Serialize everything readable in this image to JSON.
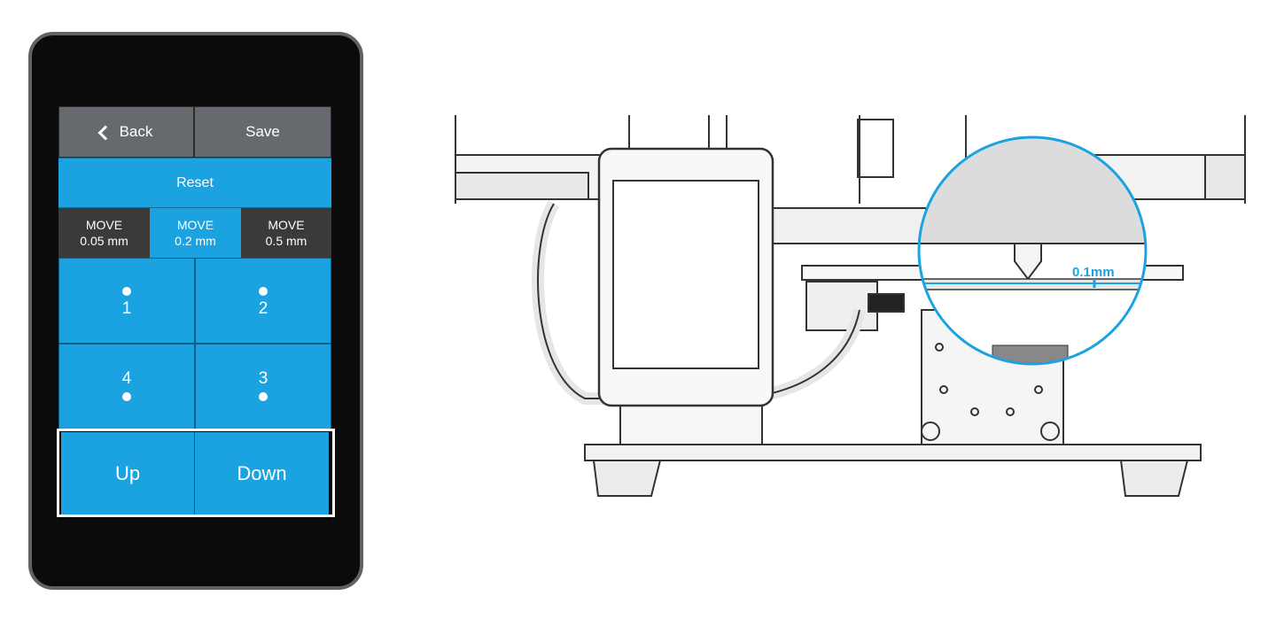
{
  "screen": {
    "back_label": "Back",
    "save_label": "Save",
    "reset_label": "Reset",
    "move_options": [
      {
        "line1": "MOVE",
        "line2": "0.05 mm",
        "selected": false
      },
      {
        "line1": "MOVE",
        "line2": "0.2 mm",
        "selected": true
      },
      {
        "line1": "MOVE",
        "line2": "0.5 mm",
        "selected": false
      }
    ],
    "points": [
      "1",
      "2",
      "4",
      "3"
    ],
    "up_label": "Up",
    "down_label": "Down"
  },
  "illustration": {
    "gap_label": "0.1mm"
  },
  "colors": {
    "accent": "#1aa3e0",
    "gray_button": "#666a6e",
    "dark_button": "#3a3a3a"
  },
  "icons": {
    "back": "chevron-left-icon",
    "point": "dot-icon"
  }
}
